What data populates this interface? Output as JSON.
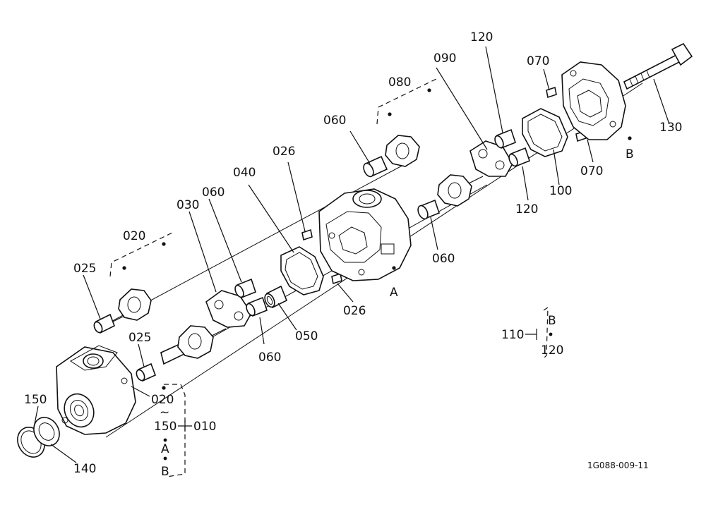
{
  "labels": {
    "p010": "010",
    "p020a": "020",
    "p020b": "020",
    "p025a": "025",
    "p025b": "025",
    "p026a": "026",
    "p026b": "026",
    "p030": "030",
    "p040": "040",
    "p050": "050",
    "p060a": "060",
    "p060b": "060",
    "p060c": "060",
    "p060d": "060",
    "p070a": "070",
    "p070b": "070",
    "p080": "080",
    "p090": "090",
    "p100": "100",
    "p110": "110",
    "p120a": "120",
    "p120b": "120",
    "p120c": "120",
    "p130": "130",
    "p140": "140",
    "p150a": "150",
    "p150b": "150",
    "refA1": "A",
    "refA2": "A",
    "refB1": "B",
    "refB2": "B",
    "refB3": "B",
    "tilde": "~"
  },
  "drawing_code": "1G088-009-11"
}
